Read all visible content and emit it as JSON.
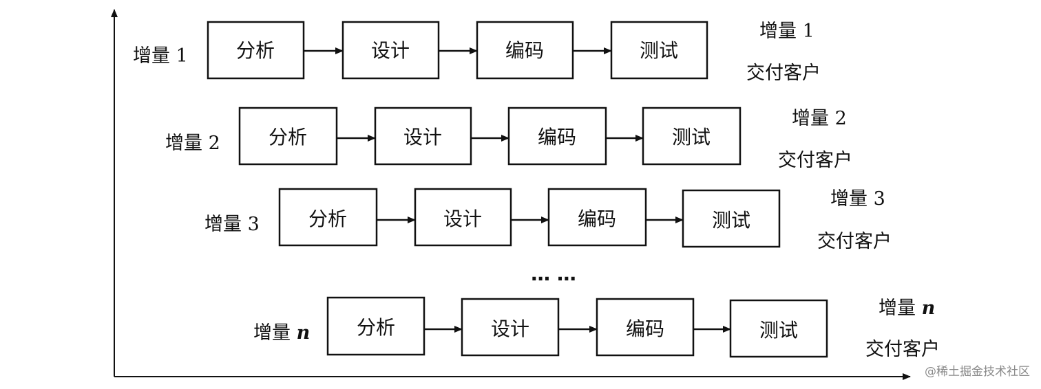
{
  "increments": [
    {
      "label": "增量 1",
      "steps": [
        "分析",
        "设计",
        "编码",
        "测试"
      ],
      "delivery": [
        "增量 1",
        "交付客户"
      ]
    },
    {
      "label": "增量 2",
      "steps": [
        "分析",
        "设计",
        "编码",
        "测试"
      ],
      "delivery": [
        "增量 2",
        "交付客户"
      ]
    },
    {
      "label": "增量 3",
      "steps": [
        "分析",
        "设计",
        "编码",
        "测试"
      ],
      "delivery": [
        "增量 3",
        "交付客户"
      ]
    },
    {
      "label_prefix": "增量 ",
      "label_var": "n",
      "steps": [
        "分析",
        "设计",
        "编码",
        "测试"
      ],
      "delivery_prefix": "增量 ",
      "delivery_var": "n",
      "delivery_text": "交付客户"
    }
  ],
  "ellipsis": "… …",
  "watermark": "@稀土掘金技术社区"
}
